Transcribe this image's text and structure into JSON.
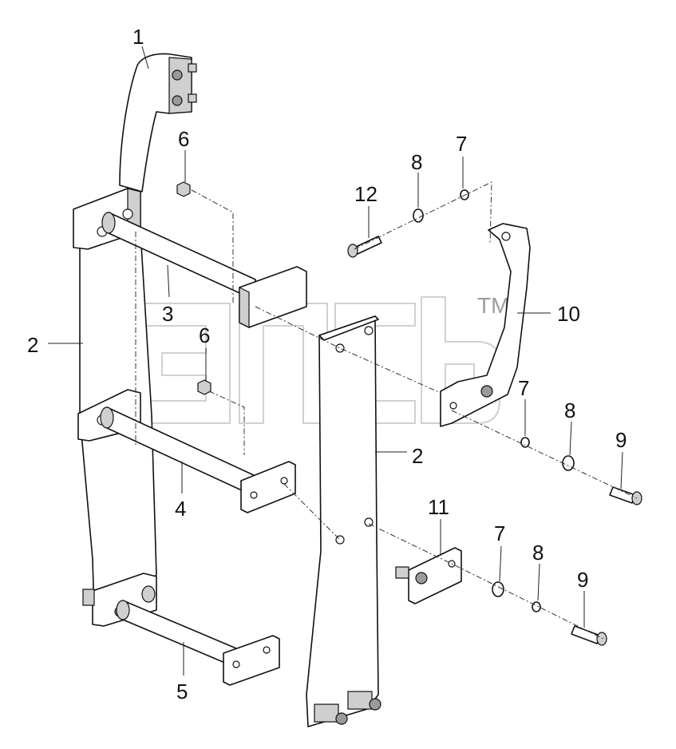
{
  "diagram": {
    "watermark_tm": "TM",
    "callouts": [
      {
        "id": "c1",
        "label": "1"
      },
      {
        "id": "c2a",
        "label": "2"
      },
      {
        "id": "c2b",
        "label": "2"
      },
      {
        "id": "c3",
        "label": "3"
      },
      {
        "id": "c4",
        "label": "4"
      },
      {
        "id": "c5",
        "label": "5"
      },
      {
        "id": "c6a",
        "label": "6"
      },
      {
        "id": "c6b",
        "label": "6"
      },
      {
        "id": "c7a",
        "label": "7"
      },
      {
        "id": "c7b",
        "label": "7"
      },
      {
        "id": "c7c",
        "label": "7"
      },
      {
        "id": "c8a",
        "label": "8"
      },
      {
        "id": "c8b",
        "label": "8"
      },
      {
        "id": "c8c",
        "label": "8"
      },
      {
        "id": "c9a",
        "label": "9"
      },
      {
        "id": "c9b",
        "label": "9"
      },
      {
        "id": "c10",
        "label": "10"
      },
      {
        "id": "c11",
        "label": "11"
      },
      {
        "id": "c12",
        "label": "12"
      }
    ]
  }
}
